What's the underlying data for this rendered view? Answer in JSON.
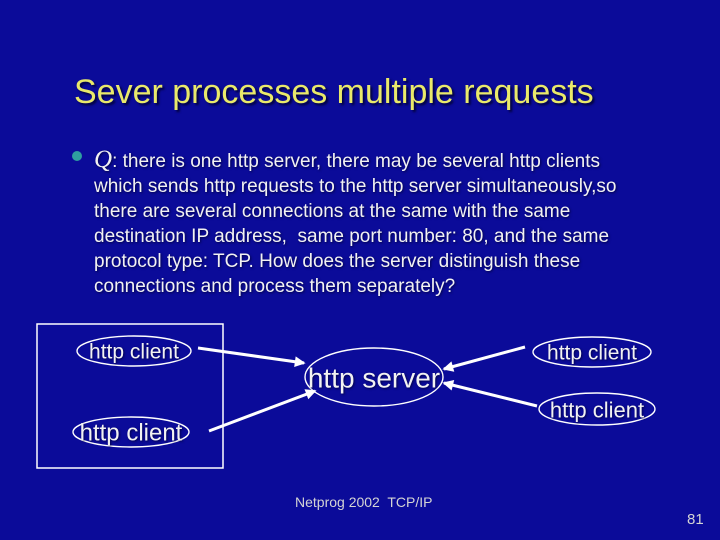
{
  "title": "Sever processes multiple requests",
  "body": {
    "q_label": "Q",
    "line1_rest": ": there is one http server, there may be several http clients",
    "lines": [
      "which sends http requests to the http server simultaneously,so",
      "there are several connections at the same with the same",
      "destination IP address,  same port number: 80, and the same",
      "protocol type: TCP. How does the server distinguish these",
      "connections and process them separately?"
    ]
  },
  "diagram": {
    "server_label": "http server",
    "client_labels": [
      "http client",
      "http client",
      "http client",
      "http client"
    ]
  },
  "footer": {
    "course_label": "Netprog 2002  TCP/IP",
    "page_number": "81"
  },
  "colors": {
    "background": "#0b0b99",
    "title_text": "#e9e96a",
    "body_text": "#f2f2f2",
    "bullet_dot": "#2f9f9f",
    "footer_text": "#d4d4d4",
    "diagram_stroke": "#ffffff"
  }
}
